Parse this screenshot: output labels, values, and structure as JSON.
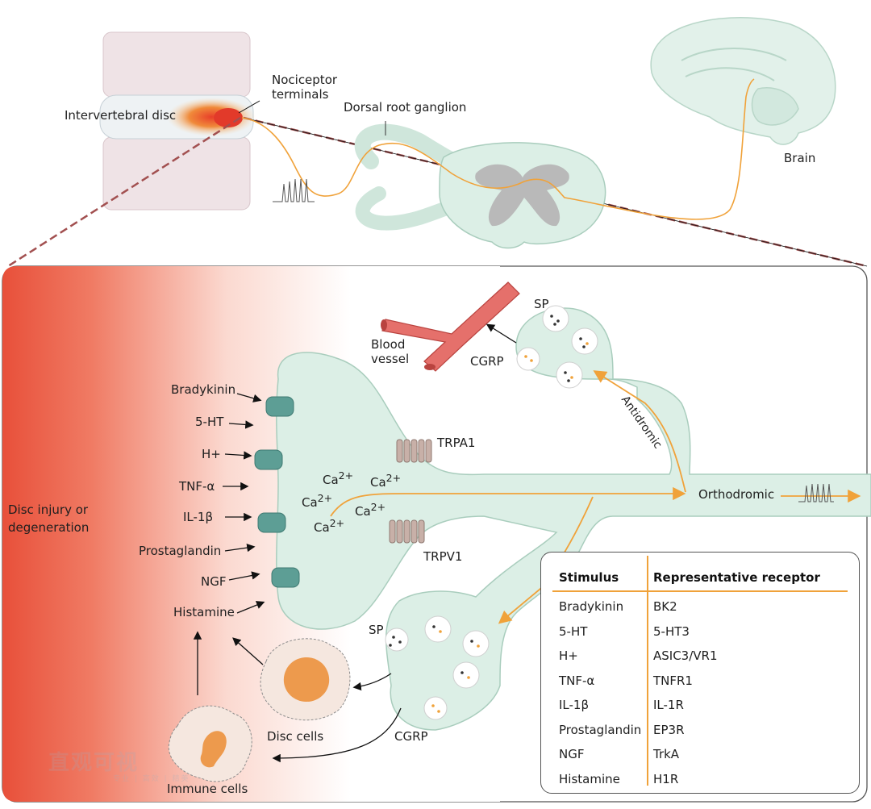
{
  "labels": {
    "intervertebral_disc": "Intervertebral disc",
    "nociceptor_terminals": "Nociceptor\nterminals",
    "dorsal_root_ganglion": "Dorsal root ganglion",
    "brain": "Brain",
    "blood_vessel": "Blood\nvessel",
    "sp_top": "SP",
    "cgrp_top": "CGRP",
    "antidromic": "Antidromic",
    "trpa1": "TRPA1",
    "trpv1": "TRPV1",
    "orthodromic": "Orthodromic",
    "disc_injury": "Disc injury or\ndegeneration",
    "sp_bottom": "SP",
    "cgrp_bottom": "CGRP",
    "disc_cells": "Disc cells",
    "immune_cells": "Immune cells",
    "ca": "Ca",
    "ca_charge": "2+"
  },
  "stimuli": [
    "Bradykinin",
    "5-HT",
    "H+",
    "TNF-α",
    "IL-1β",
    "Prostaglandin",
    "NGF",
    "Histamine"
  ],
  "table": {
    "header_stimulus": "Stimulus",
    "header_receptor": "Representative receptor",
    "rows": [
      {
        "stimulus": "Bradykinin",
        "receptor": "BK2"
      },
      {
        "stimulus": "5-HT",
        "receptor": "5-HT3"
      },
      {
        "stimulus": "H+",
        "receptor": "ASIC3/VR1"
      },
      {
        "stimulus": "TNF-α",
        "receptor": "TNFR1"
      },
      {
        "stimulus": "IL-1β",
        "receptor": "IL-1R"
      },
      {
        "stimulus": "Prostaglandin",
        "receptor": "EP3R"
      },
      {
        "stimulus": "NGF",
        "receptor": "TrkA"
      },
      {
        "stimulus": "Histamine",
        "receptor": "H1R"
      }
    ]
  },
  "watermark": {
    "text": "直观可视",
    "sub": "专业 | 高效 | 精美"
  },
  "colors": {
    "neuron_fill": "#dcefe6",
    "neuron_stroke": "#a9cdbd",
    "channel": "#5d9e95",
    "axon_signal": "#f0a23a",
    "inflammation": "#e8503a",
    "vessel": "#e5706b",
    "grey_matter": "#b9b9b9"
  }
}
